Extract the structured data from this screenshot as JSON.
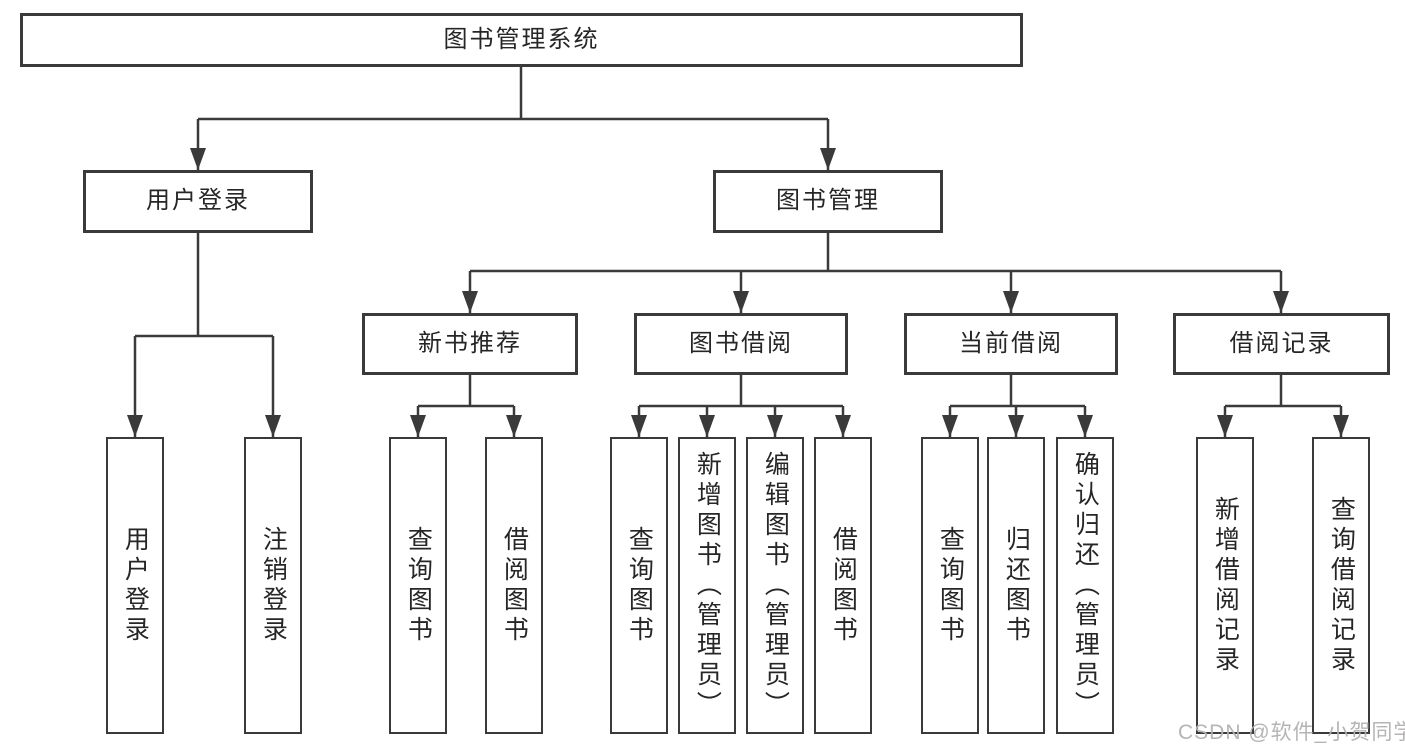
{
  "tree": {
    "root": {
      "label": "图书管理系统",
      "children": [
        {
          "label": "用户登录",
          "children": [
            {
              "label": "用户登录"
            },
            {
              "label": "注销登录"
            }
          ]
        },
        {
          "label": "图书管理",
          "children": [
            {
              "label": "新书推荐",
              "children": [
                {
                  "label": "查询图书"
                },
                {
                  "label": "借阅图书"
                }
              ]
            },
            {
              "label": "图书借阅",
              "children": [
                {
                  "label": "查询图书"
                },
                {
                  "label": "新增图书（管理员）"
                },
                {
                  "label": "编辑图书（管理员）"
                },
                {
                  "label": "借阅图书"
                }
              ]
            },
            {
              "label": "当前借阅",
              "children": [
                {
                  "label": "查询图书"
                },
                {
                  "label": "归还图书"
                },
                {
                  "label": "确认归还（管理员）"
                }
              ]
            },
            {
              "label": "借阅记录",
              "children": [
                {
                  "label": "新增借阅记录"
                },
                {
                  "label": "查询借阅记录"
                }
              ]
            }
          ]
        }
      ]
    }
  },
  "colors": {
    "line": "#3a3a3a",
    "border": "#3a3a3a",
    "text": "#262626",
    "watermark": "#b2b0b0"
  },
  "watermark": {
    "text": "CSDN @软件_小贺同学"
  }
}
